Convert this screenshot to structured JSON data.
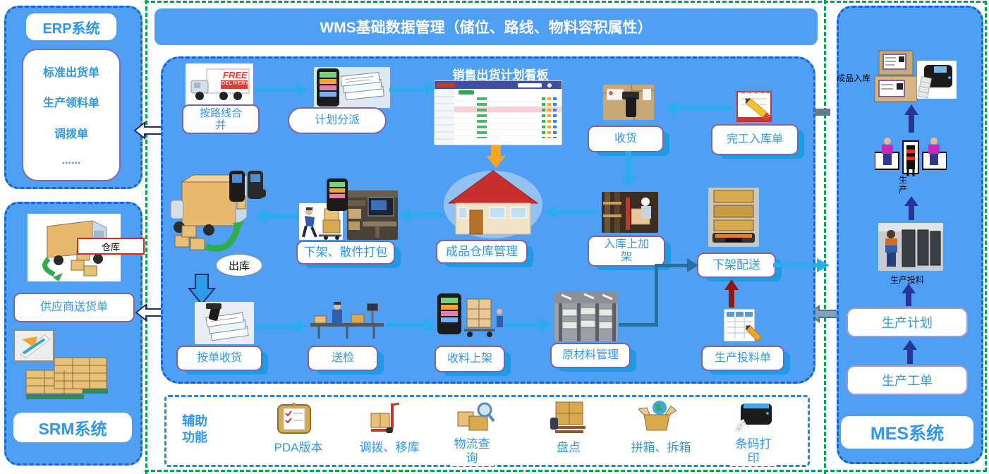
{
  "colors": {
    "panel_blue": "#4F9FF5",
    "panel_border_blue": "#1565D8",
    "label_text_blue": "#2E97F0",
    "label_border_purple": "#8064A2",
    "label_shadow_blue": "#1C9BE6",
    "arrow_cyan": "#29ACF2",
    "arrow_orange": "#F5A623",
    "arrow_navy": "#283593",
    "arrow_dark_red": "#8E1616",
    "connector_steel": "#2470A0",
    "green_divider": "#00A651"
  },
  "erp": {
    "title": "ERP系统",
    "items": [
      "标准出货单",
      "生产领料单",
      "调拨单",
      "......"
    ]
  },
  "srm": {
    "title": "SRM系统",
    "warehouse_tag": "仓库",
    "delivery_note": "供应商送货单"
  },
  "wms": {
    "header": "WMS基础数据管理（储位、路线、物料容积属性）",
    "dashboard_title": "销售出货计划看板",
    "truck_text_1": "FREE",
    "truck_text_2": "DELIVERY",
    "labels": {
      "route_merge": "按路线合并",
      "plan_dispatch": "计划分派",
      "receive": "收货",
      "finished_inbound_order": "完工入库单",
      "unshelve_pack": "下架、散件打包",
      "finished_warehouse": "成品仓库管理",
      "inbound_shelving": "入库上加架",
      "unshelve_delivery": "下架配送",
      "outbound": "出库",
      "receive_by_order": "按单收货",
      "send_inspection": "送检",
      "material_shelving": "收料上架",
      "raw_material_mgmt": "原材料管理",
      "production_feeding_order": "生产投料单"
    }
  },
  "aux": {
    "title": "辅助功能",
    "items": [
      {
        "label": "PDA版本",
        "icon": "checklist-icon"
      },
      {
        "label": "调拨、移库",
        "icon": "handtruck-icon"
      },
      {
        "label": "物流查询",
        "icon": "box-magnifier-icon"
      },
      {
        "label": "盘点",
        "icon": "pallet-scan-icon"
      },
      {
        "label": "拼箱、拆箱",
        "icon": "open-box-globe-icon"
      },
      {
        "label": "条码打印",
        "icon": "label-printer-icon"
      }
    ]
  },
  "mes": {
    "title": "MES系统",
    "finished_inbound": "成品入库",
    "production": "生产",
    "production_feeding": "生产投料",
    "production_plan": "生产计划",
    "production_order": "生产工单"
  }
}
